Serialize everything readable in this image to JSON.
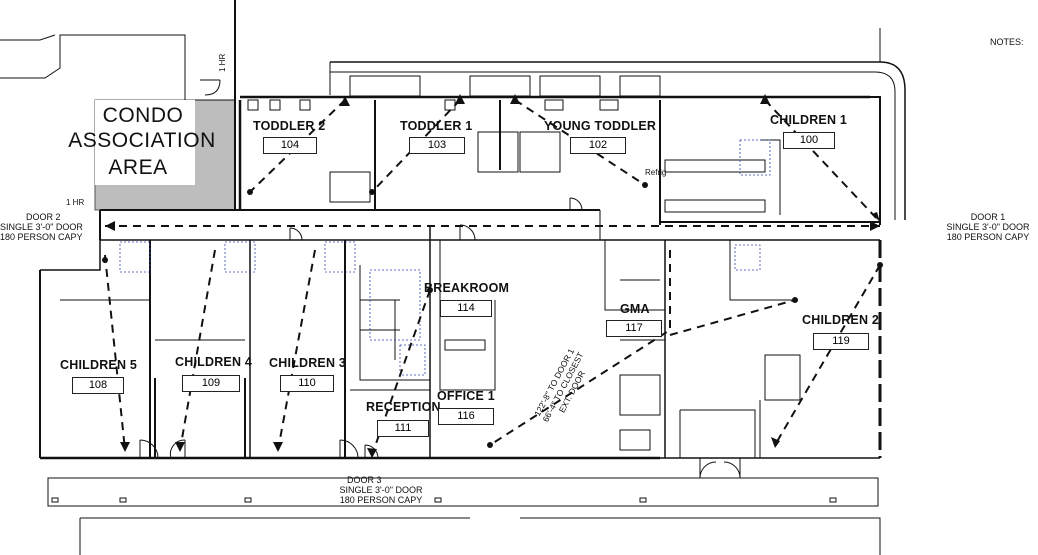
{
  "header": {
    "notes_label": "NOTES:"
  },
  "condo": {
    "line1": "CONDO",
    "line2": "ASSOCIATION",
    "line3": "AREA"
  },
  "rooms": [
    {
      "name": "TODDLER 2",
      "number": "104"
    },
    {
      "name": "TODDLER 1",
      "number": "103"
    },
    {
      "name": "YOUNG TODDLER",
      "number": "102"
    },
    {
      "name": "CHILDREN 1",
      "number": "100"
    },
    {
      "name": "BREAKROOM",
      "number": "114"
    },
    {
      "name": "GMA",
      "number": "117"
    },
    {
      "name": "CHILDREN 2",
      "number": "119"
    },
    {
      "name": "CHILDREN 5",
      "number": "108"
    },
    {
      "name": "CHILDREN 4",
      "number": "109"
    },
    {
      "name": "CHILDREN 3",
      "number": "110"
    },
    {
      "name": "RECEPTION",
      "number": "111"
    },
    {
      "name": "OFFICE 1",
      "number": "116"
    }
  ],
  "doors": {
    "door1": {
      "line1": "DOOR 1",
      "line2": "SINGLE 3'-0\" DOOR",
      "line3": "180 PERSON CAPY"
    },
    "door2": {
      "line1": "DOOR 2",
      "line2": "SINGLE 3'-0\" DOOR",
      "line3": "180 PERSON CAPY"
    },
    "door3": {
      "line1": "DOOR 3",
      "line2": "SINGLE 3'-0\" DOOR",
      "line3": "180 PERSON CAPY"
    }
  },
  "ratings": {
    "one_hr_a": "1 HR",
    "one_hr_b": "1 HR"
  },
  "egress_note": {
    "line1": "122'-8\" TO DOOR 1",
    "line2": "66'-4\" TO CLOSEST",
    "line3": "EXT. DOOR"
  },
  "equipment": {
    "refrig_label": "Refrig"
  },
  "colors": {
    "line": "#111111",
    "condo_fill": "#bdbdbd",
    "fixture": "#3344aa"
  }
}
